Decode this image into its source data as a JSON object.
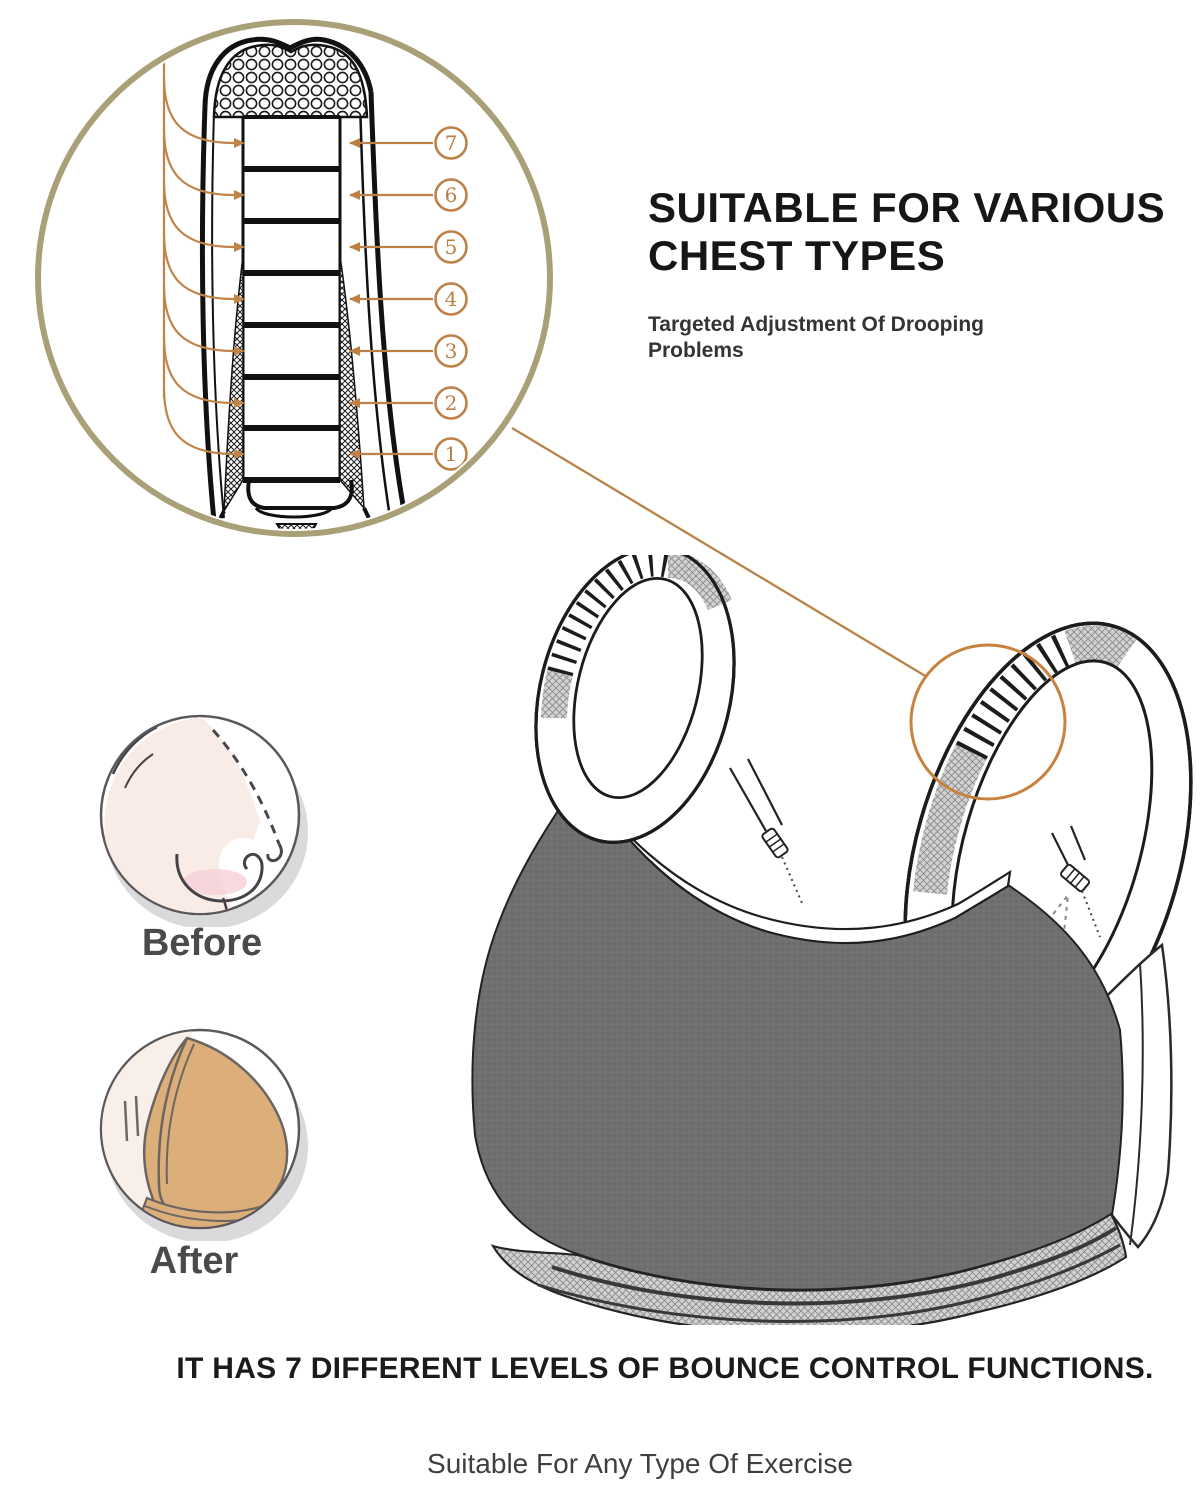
{
  "header": {
    "title_line1": "SUITABLE FOR VARIOUS",
    "title_line2": "CHEST TYPES",
    "subtitle_line1": "Targeted Adjustment Of Drooping",
    "subtitle_line2": "Problems"
  },
  "strap_detail": {
    "description": "magnified bounce-control strap with numbered adjustment levels",
    "levels": [
      "7",
      "6",
      "5",
      "4",
      "3",
      "2",
      "1"
    ]
  },
  "comparison": {
    "before_label": "Before",
    "after_label": "After"
  },
  "footer": {
    "heading": "IT HAS 7 DIFFERENT LEVELS OF BOUNCE CONTROL FUNCTIONS.",
    "subheading": "Suitable For Any Type Of Exercise"
  },
  "colors": {
    "detail_circle_border": "#a9a078",
    "callout_orange": "#bd8147",
    "connector_line": "#b9854c",
    "highlight_circle": "#c8823f",
    "cup_gray": "#6f6f71",
    "band_gray": "#d2d2d4",
    "skin_tone": "#f9ece6",
    "blush_pink": "#f6d2d8",
    "after_tan": "#dcae79",
    "text_dark": "#161616"
  }
}
